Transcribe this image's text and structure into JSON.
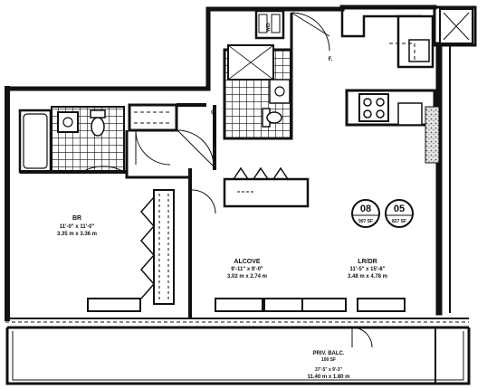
{
  "plan": {
    "rooms": {
      "br": {
        "name": "BR",
        "imperial": "11'-0\" x 11'-0\"",
        "metric": "3.35 m x 3.36 m"
      },
      "alcove": {
        "name": "ALCOVE",
        "imperial": "9'-11\" x 9'-0\"",
        "metric": "3.02 m x 2.74 m"
      },
      "lrdr": {
        "name": "LR/DR",
        "imperial": "11'-5\" x 15'-8\"",
        "metric": "3.48 m x 4.78 m"
      },
      "balcony": {
        "name": "PRIV. BALC.",
        "area": "100 SF",
        "imperial": "37'-5\" x 9'-3\"",
        "metric": "11.40 m x 1.80 m"
      }
    },
    "labels": {
      "f": "F.",
      "c": "C.",
      "wd": "W/D"
    },
    "units": [
      {
        "number": "08",
        "sub": "907 SF"
      },
      {
        "number": "05",
        "sub": "827 SF"
      }
    ]
  }
}
